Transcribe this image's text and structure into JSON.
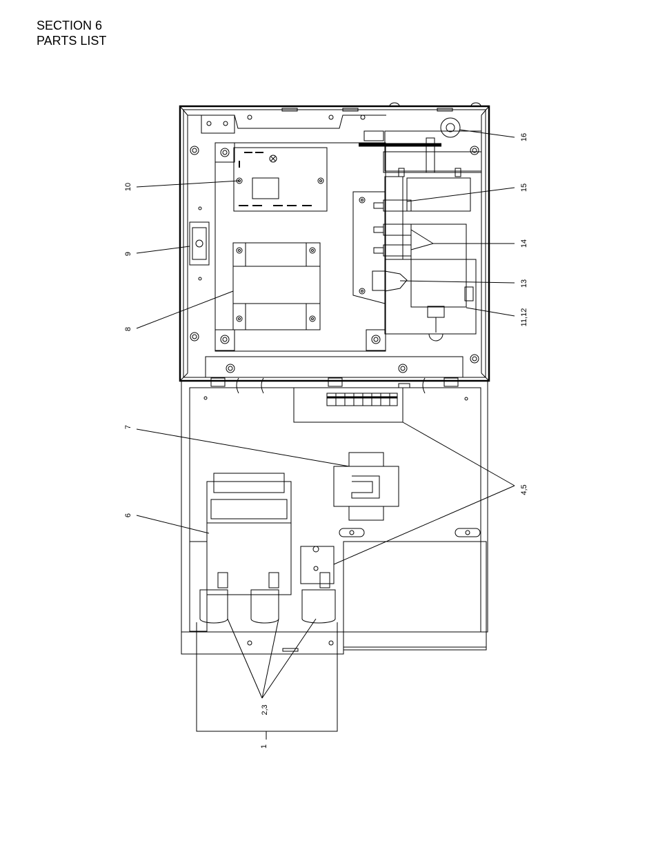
{
  "header": {
    "section": "SECTION 6",
    "title": "PARTS LIST"
  },
  "callouts": [
    {
      "id": "c16",
      "label": "16"
    },
    {
      "id": "c15",
      "label": "15"
    },
    {
      "id": "c14",
      "label": "14"
    },
    {
      "id": "c13",
      "label": "13"
    },
    {
      "id": "c1112",
      "label": "11,12"
    },
    {
      "id": "c10",
      "label": "10"
    },
    {
      "id": "c9",
      "label": "9"
    },
    {
      "id": "c8",
      "label": "8"
    },
    {
      "id": "c7",
      "label": "7"
    },
    {
      "id": "c6",
      "label": "6"
    },
    {
      "id": "c45",
      "label": "4,5"
    },
    {
      "id": "c23",
      "label": "2,3"
    },
    {
      "id": "c1",
      "label": "1"
    }
  ],
  "colors": {
    "line": "#000000",
    "background": "#ffffff"
  }
}
